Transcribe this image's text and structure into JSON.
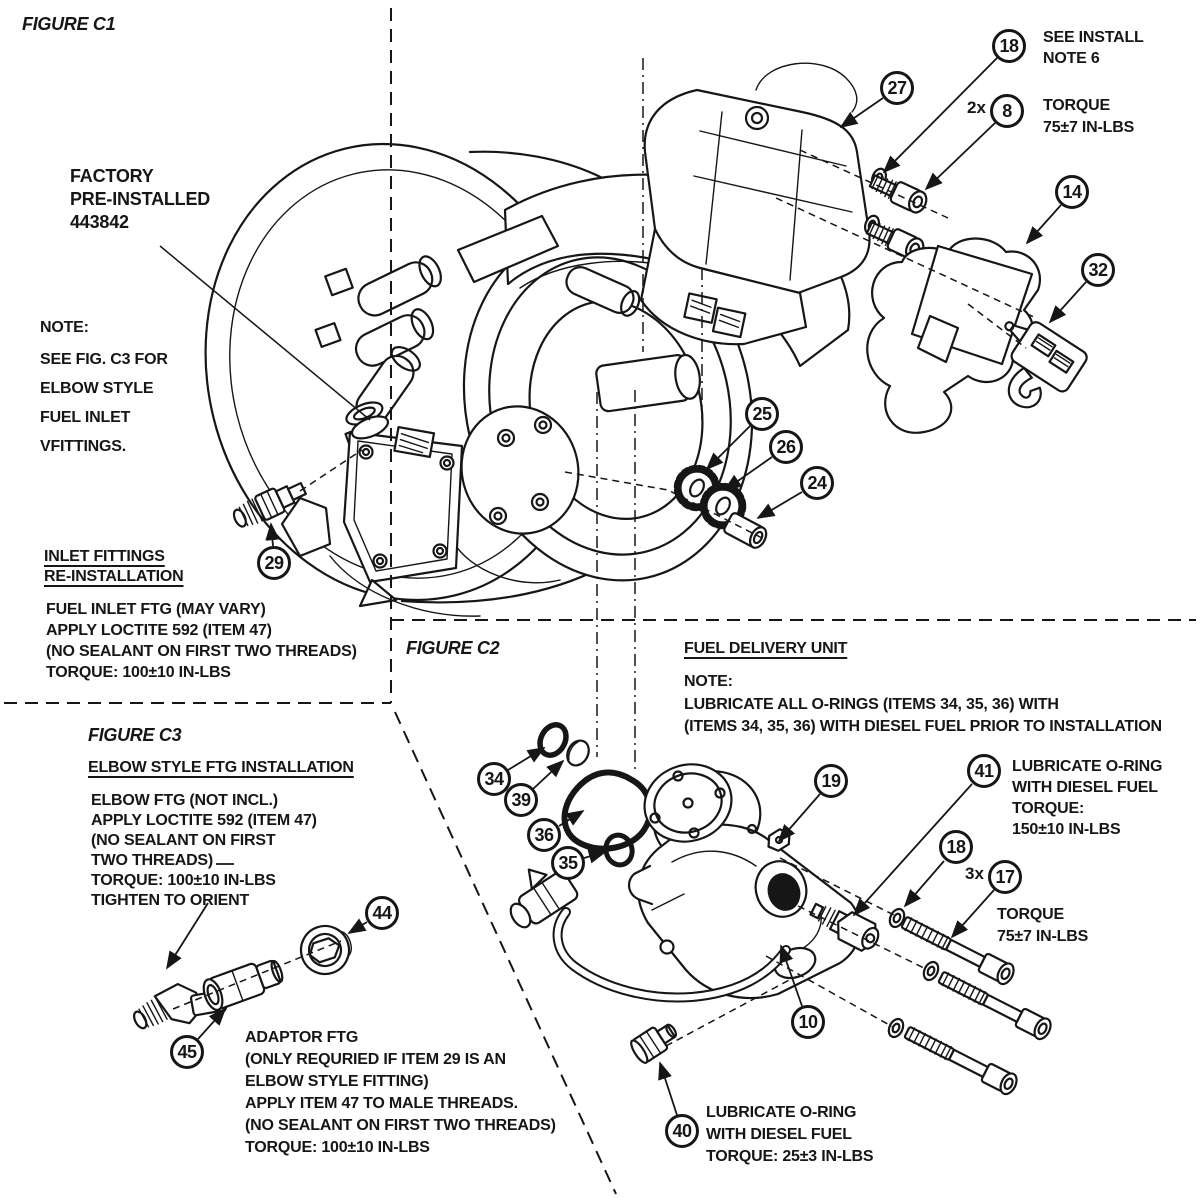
{
  "figure_c1": {
    "label": "FIGURE C1",
    "factory_note": "FACTORY\nPRE-INSTALLED\n443842",
    "note_title": "NOTE:",
    "note_body": "SEE FIG. C3 FOR\nELBOW STYLE\nFUEL INLET\nVFITTINGS.",
    "inlet_title": "INLET FITTINGS\nRE-INSTALLATION",
    "inlet_body": "FUEL INLET FTG (MAY VARY)\nAPPLY LOCTITE 592 (ITEM 47)\n(NO SEALANT ON FIRST TWO THREADS)\nTORQUE: 100±10 IN-LBS",
    "install_note": "SEE INSTALL\nNOTE 6",
    "screw_qty": "2x",
    "screw_torque": "TORQUE\n75±7 IN-LBS"
  },
  "figure_c2": {
    "label": "FIGURE C2",
    "title": "FUEL DELIVERY UNIT",
    "note_title": "NOTE:",
    "note_body": "LUBRICATE ALL O-RINGS (ITEMS 34, 35, 36) WITH\n(ITEMS 34, 35, 36) WITH DIESEL FUEL PRIOR TO INSTALLATION",
    "oring_note_41": "LUBRICATE O-RING\nWITH DIESEL FUEL\nTORQUE:\n150±10 IN-LBS",
    "bolt_qty": "3x",
    "bolt_torque": "TORQUE\n75±7 IN-LBS",
    "oring_note_40": "LUBRICATE O-RING\nWITH DIESEL FUEL\nTORQUE: 25±3 IN-LBS"
  },
  "figure_c3": {
    "label": "FIGURE C3",
    "title": "ELBOW STYLE FTG INSTALLATION",
    "body": "ELBOW FTG (NOT INCL.)\nAPPLY LOCTITE 592 (ITEM 47)\n(NO SEALANT ON FIRST\nTWO THREADS)\nTORQUE: 100±10 IN-LBS\nTIGHTEN TO ORIENT",
    "adaptor_note": "ADAPTOR FTG\n(ONLY REQURIED IF ITEM 29 IS AN\nELBOW STYLE FITTING)\nAPPLY ITEM 47 TO MALE THREADS.\n(NO SEALANT ON FIRST TWO THREADS)\nTORQUE: 100±10 IN-LBS"
  },
  "callouts": {
    "8": "8",
    "10": "10",
    "14": "14",
    "17": "17",
    "18": "18",
    "19": "19",
    "24": "24",
    "25": "25",
    "26": "26",
    "27": "27",
    "29": "29",
    "32": "32",
    "34": "34",
    "35": "35",
    "36": "36",
    "39": "39",
    "40": "40",
    "41": "41",
    "44": "44",
    "45": "45"
  },
  "colors": {
    "line": "#161616",
    "background": "#ffffff"
  }
}
